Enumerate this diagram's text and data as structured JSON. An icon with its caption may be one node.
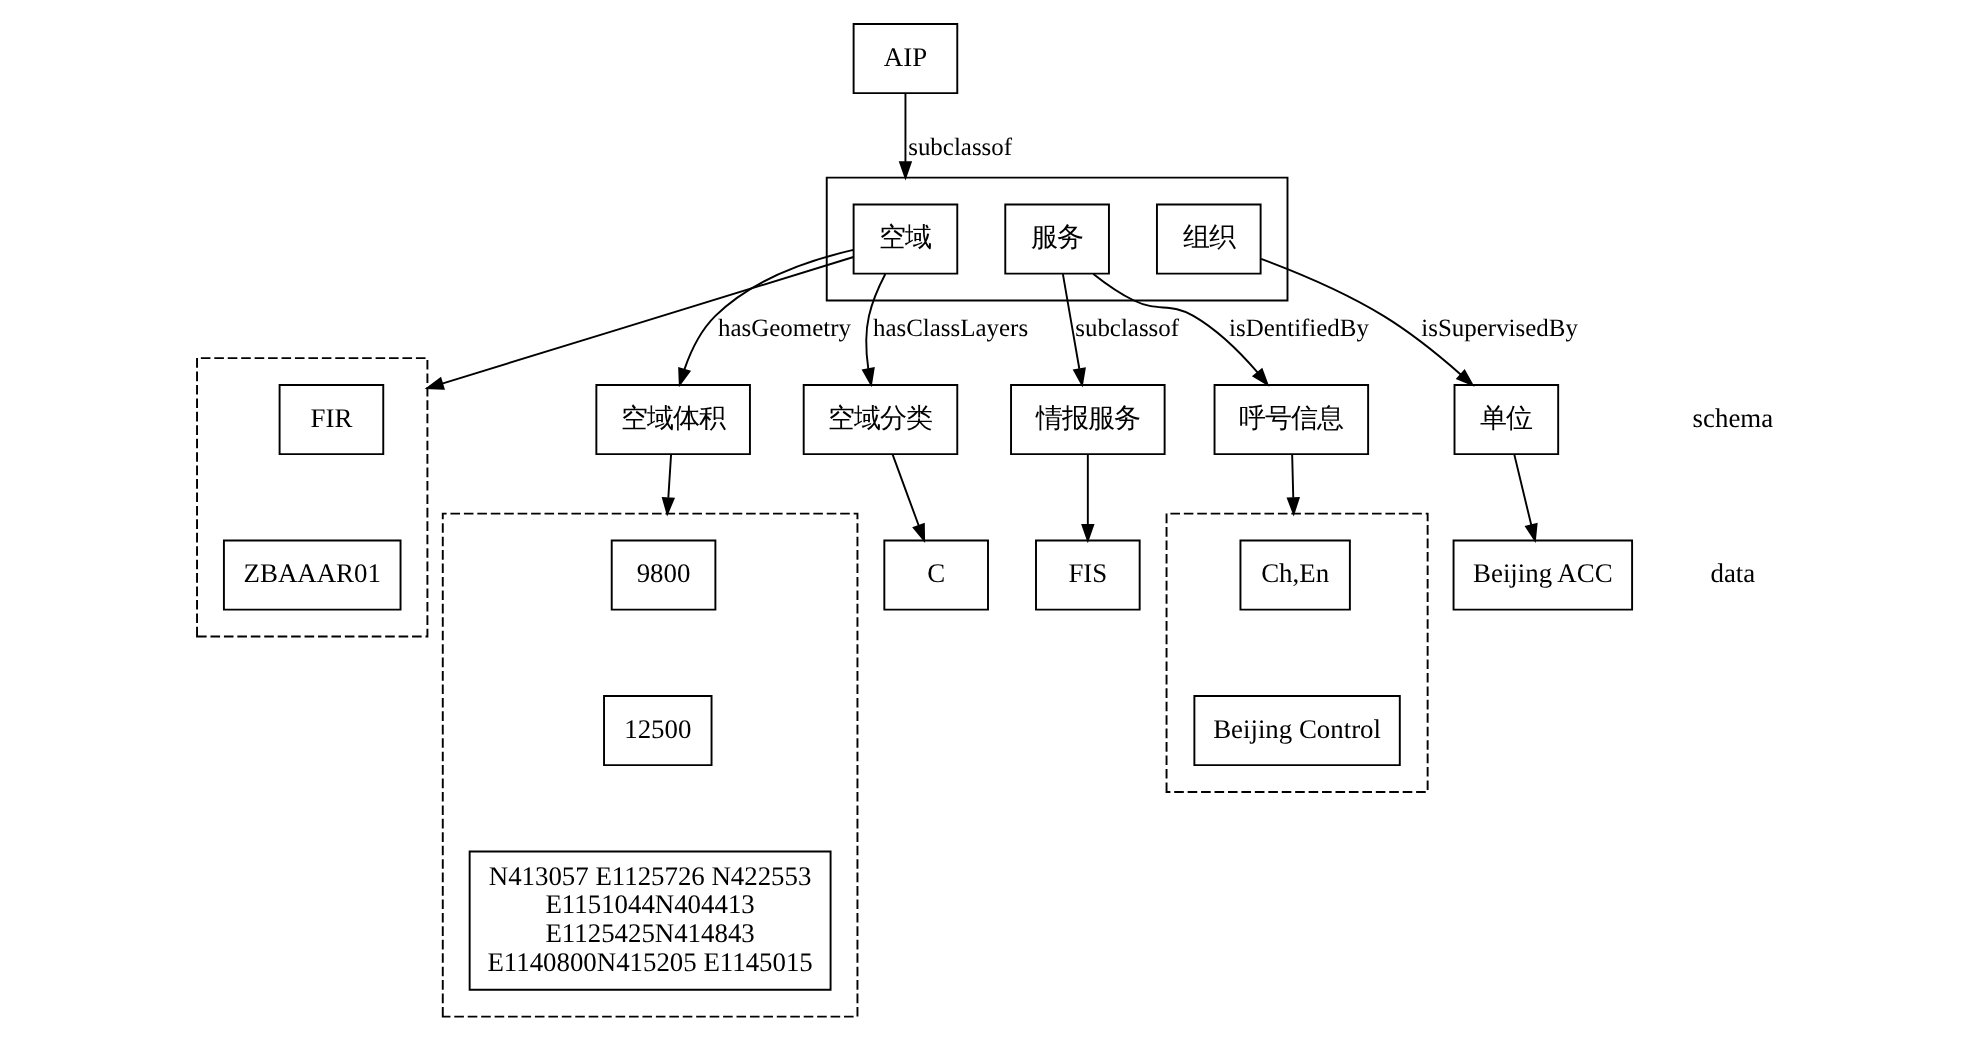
{
  "diagram": {
    "nodes": [
      {
        "text": [
          "AIP"
        ]
      },
      {
        "text": [],
        "shape": "box"
      },
      {
        "text": [
          "空域"
        ],
        "in": 1
      },
      {
        "text": [
          "服务"
        ],
        "in": 1
      },
      {
        "text": [
          "组织"
        ],
        "in": 1
      },
      {
        "text": [
          "空域体积"
        ]
      },
      {
        "text": [
          "空域分类"
        ]
      },
      {
        "text": [
          "情报服务"
        ]
      },
      {
        "text": [
          "呼号信息"
        ]
      },
      {
        "text": [
          "单位"
        ]
      },
      {
        "text": [],
        "shape": "box"
      },
      {
        "text": [
          "9800"
        ],
        "in": 10
      },
      {
        "text": [
          "12500"
        ],
        "in": 10
      },
      {
        "text": [
          "N413057 E1125726 N422553 E1151044N404413 E1125425N414843 E1140800N415205 E1145015"
        ],
        "in": 10
      },
      {
        "text": [],
        "shape": "box"
      },
      {
        "text": [
          "FIR"
        ],
        "in": 14
      },
      {
        "text": [
          "ZBAAAR01"
        ],
        "in": 14
      },
      {
        "text": [
          "C"
        ]
      },
      {
        "text": [
          "FIS"
        ]
      },
      {
        "text": [],
        "shape": "box"
      },
      {
        "text": [
          "Ch,En"
        ],
        "in": 19
      },
      {
        "text": [
          "Beijing Control"
        ],
        "in": 19
      },
      {
        "text": [
          "Beijing ACC"
        ]
      }
    ],
    "edges": [
      {
        "from": 0,
        "to": 1,
        "arrow": "to",
        "label": "subclassof"
      },
      {
        "from": 2,
        "to": 5,
        "arrow": "to",
        "label": "hasGeometry"
      },
      {
        "from": 2,
        "to": 14,
        "arrow": "to"
      },
      {
        "from": 2,
        "to": 6,
        "arrow": "to",
        "label": "hasClassLayers"
      },
      {
        "from": 3,
        "to": 7,
        "arrow": "to",
        "label": "subclassof"
      },
      {
        "from": 3,
        "to": 8,
        "arrow": "to",
        "label": "isDentifiedBy"
      },
      {
        "from": 4,
        "to": 9,
        "arrow": "to",
        "label": "isSupervisedBy"
      },
      {
        "from": 5,
        "to": 10,
        "arrow": "to"
      },
      {
        "from": 6,
        "to": 17,
        "arrow": "to"
      },
      {
        "from": 7,
        "to": 18,
        "arrow": "to"
      },
      {
        "from": 8,
        "to": 19,
        "arrow": "to"
      },
      {
        "from": 9,
        "to": 22,
        "arrow": "to"
      }
    ],
    "labels": [
      "schema",
      "data"
    ]
  }
}
